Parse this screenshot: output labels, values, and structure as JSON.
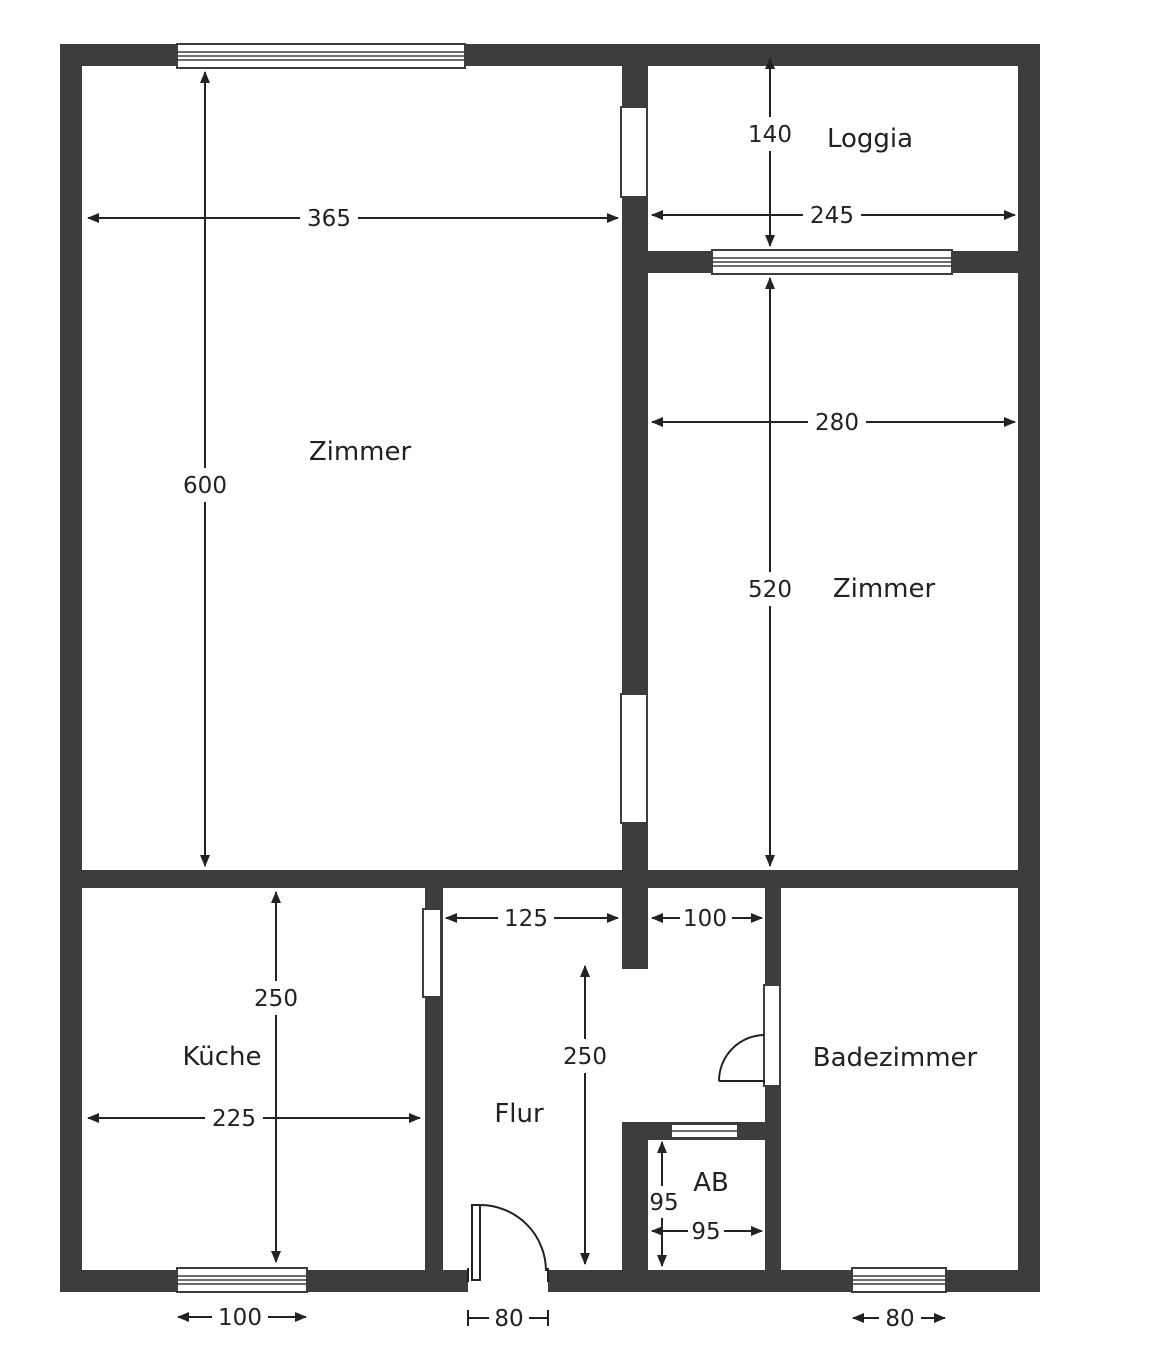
{
  "rooms": {
    "zimmer_left": "Zimmer",
    "zimmer_right": "Zimmer",
    "loggia": "Loggia",
    "kueche": "Küche",
    "flur": "Flur",
    "badezimmer": "Badezimmer",
    "ab": "AB"
  },
  "dimensions": {
    "zimmer_left_width": "365",
    "zimmer_left_height": "600",
    "loggia_height": "140",
    "loggia_width": "245",
    "zimmer_right_width": "280",
    "zimmer_right_height": "520",
    "kueche_height": "250",
    "kueche_width": "225",
    "flur_width_left": "125",
    "flur_width_right": "100",
    "flur_height": "250",
    "ab_height": "95",
    "ab_width": "95",
    "kueche_window": "100",
    "entrance_door": "80",
    "bath_window": "80"
  },
  "colors": {
    "wall": "#3d3d3d",
    "background": "#ffffff",
    "ink": "#222222"
  }
}
